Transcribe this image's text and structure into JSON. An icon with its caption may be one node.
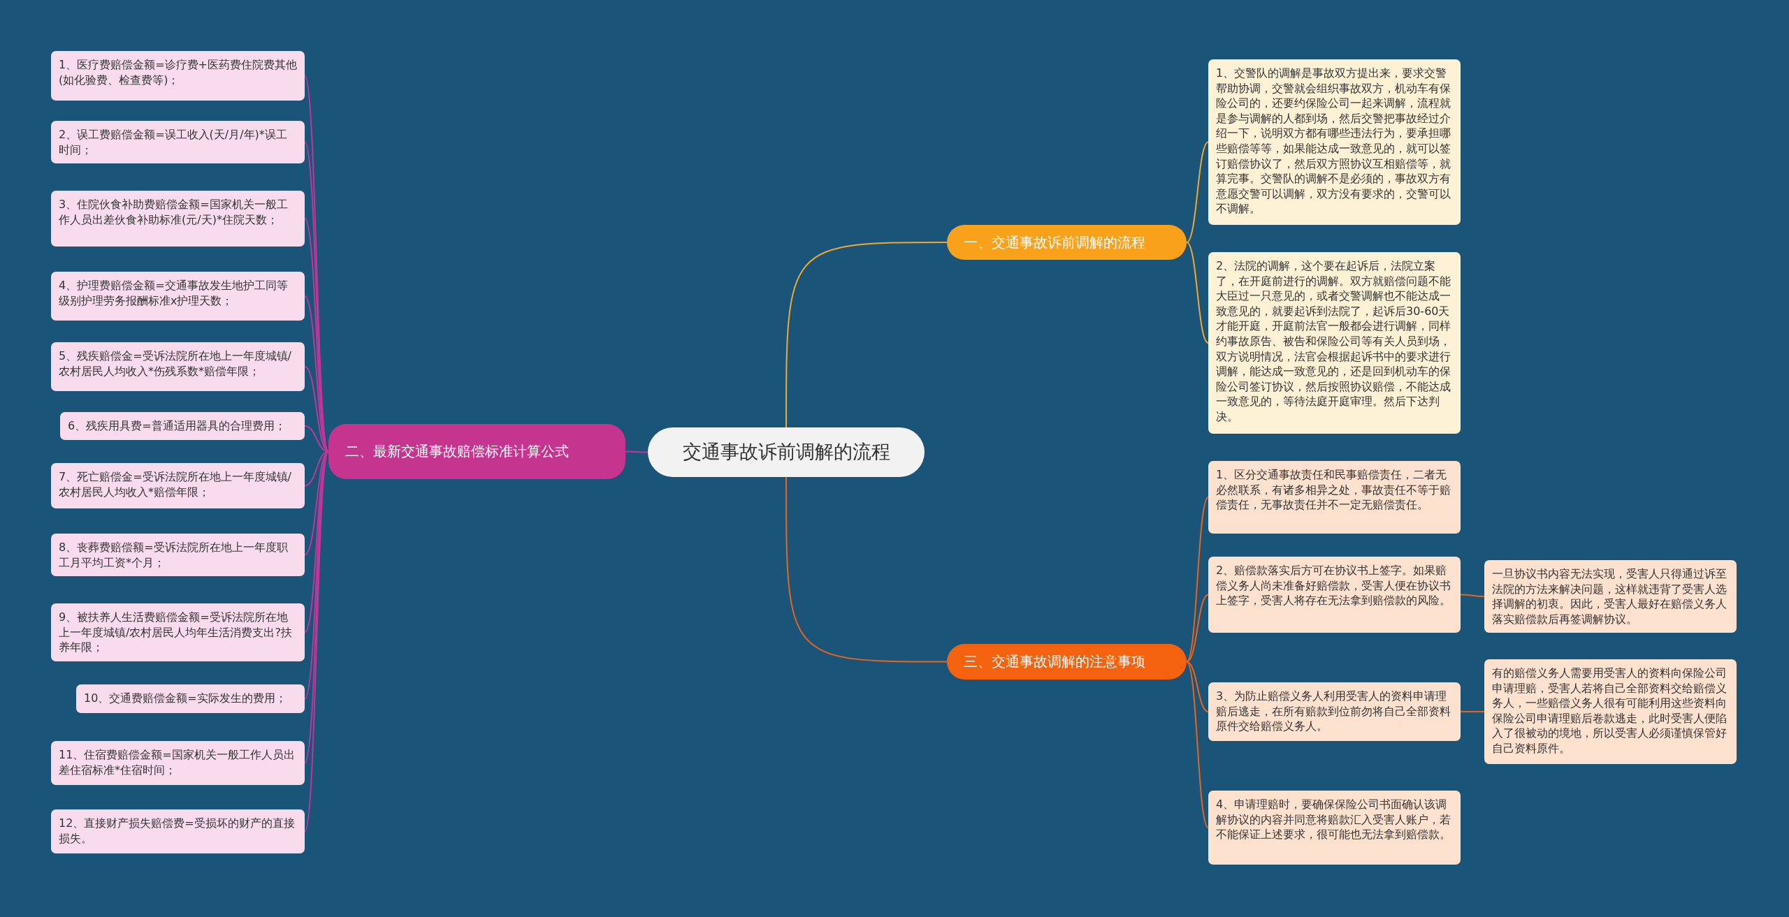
{
  "diagram": {
    "nodes": [
      {
        "text": [
          "交通事故诉前调解的流程"
        ]
      },
      {
        "text": [
          "一、交通事故诉前调解的流程"
        ]
      },
      {
        "text": [
          "1、交警队的调解是事故双方提出来，要求交警帮助协调，交警就会组织事故双方，机动车有保险公司的，还要约保险公司一起来调解，流程就是参与调解的人都到场，然后交警把事故经过介绍一下，说明双方都有哪些违法行为，要承担哪些赔偿等等，如果能达成一致意见的，就可以签订赔偿协议了，然后双方照协议互相赔偿等，就算完事。交警队的调解不是必须的，事故双方有意愿交警可以调解，双方没有要求的，交警可以不调解。"
        ]
      },
      {
        "text": [
          "2、法院的调解，这个要在起诉后，法院立案了，在开庭前进行的调解。双方就赔偿问题不能大臣过一只意见的，或者交警调解也不能达成一致意见的，就要起诉到法院了，起诉后30-60天才能开庭，开庭前法官一般都会进行调解，同样约事故原告、被告和保险公司等有关人员到场，双方说明情况，法官会根据起诉书中的要求进行调解，能达成一致意见的，还是回到机动车的保险公司签订协议，然后按照协议赔偿，不能达成一致意见的，等待法庭开庭审理。然后下达判决。"
        ]
      },
      {
        "text": [
          "二、最新交通事故赔偿标准计算公式"
        ]
      },
      {
        "text": [
          "1、医疗费赔偿金额=诊疗费+医药费住院费其他(如化验费、检查费等)；"
        ]
      },
      {
        "text": [
          "2、误工费赔偿金额=误工收入(天/月/年)*误工时间；"
        ]
      },
      {
        "text": [
          "3、住院伙食补助费赔偿金额=国家机关一般工作人员出差伙食补助标准(元/天)*住院天数；"
        ]
      },
      {
        "text": [
          "4、护理费赔偿金额=交通事故发生地护工同等级别护理劳务报酬标准x护理天数；"
        ]
      },
      {
        "text": [
          "5、残疾赔偿金=受诉法院所在地上一年度城镇/农村居民人均收入*伤残系数*赔偿年限；"
        ]
      },
      {
        "text": [
          "6、残疾用具费=普通适用器具的合理费用；"
        ]
      },
      {
        "text": [
          "7、死亡赔偿金=受诉法院所在地上一年度城镇/农村居民人均收入*赔偿年限；"
        ]
      },
      {
        "text": [
          "8、丧葬费赔偿额=受诉法院所在地上一年度职工月平均工资*个月；"
        ]
      },
      {
        "text": [
          "9、被扶养人生活费赔偿金额=受诉法院所在地上一年度城镇/农村居民人均年生活消费支出?扶养年限；"
        ]
      },
      {
        "text": [
          "10、交通费赔偿金额=实际发生的费用；"
        ]
      },
      {
        "text": [
          "11、住宿费赔偿金额=国家机关一般工作人员出差住宿标准*住宿时间；"
        ]
      },
      {
        "text": [
          "12、直接财产损失赔偿费=受损坏的财产的直接损失。"
        ]
      },
      {
        "text": [
          "三、交通事故调解的注意事项"
        ]
      },
      {
        "text": [
          "1、区分交通事故责任和民事赔偿责任，二者无必然联系，有诸多相异之处，事故责任不等于赔偿责任，无事故责任并不一定无赔偿责任。"
        ]
      },
      {
        "text": [
          "2、赔偿款落实后方可在协议书上签字。如果赔偿义务人尚未准备好赔偿款，受害人便在协议书上签字，受害人将存在无法拿到赔偿款的风险。"
        ]
      },
      {
        "text": [
          "一旦协议书内容无法实现，受害人只得通过诉至法院的方法来解决问题，这样就违背了受害人选择调解的初衷。因此，受害人最好在赔偿义务人落实赔偿款后再签调解协议。"
        ]
      },
      {
        "text": [
          "3、为防止赔偿义务人利用受害人的资料申请理赔后逃走，在所有赔款到位前勿将自己全部资料原件交给赔偿义务人。"
        ]
      },
      {
        "text": [
          "有的赔偿义务人需要用受害人的资料向保险公司申请理赔，受害人若将自己全部资料交给赔偿义务人，一些赔偿义务人很有可能利用这些资料向保险公司申请理赔后卷款逃走，此时受害人便陷入了很被动的境地，所以受害人必须谨慎保管好自己资料原件。"
        ]
      },
      {
        "text": [
          "4、申请理赔时，要确保保险公司书面确认该调解协议的内容并同意将赔款汇入受害人账户，若不能保证上述要求，很可能也无法拿到赔偿款。"
        ]
      }
    ],
    "edges": [
      {
        "from": 0,
        "to": 1,
        "arrow": "none",
        "color": "#f0a833"
      },
      {
        "from": 1,
        "to": 2,
        "arrow": "none",
        "color": "#f0a833"
      },
      {
        "from": 1,
        "to": 3,
        "arrow": "none",
        "color": "#f0a833"
      },
      {
        "from": 0,
        "to": 4,
        "arrow": "none"
      },
      {
        "from": 4,
        "to": 5,
        "arrow": "none"
      },
      {
        "from": 4,
        "to": 6,
        "arrow": "none"
      },
      {
        "from": 4,
        "to": 7,
        "arrow": "none"
      },
      {
        "from": 4,
        "to": 8,
        "arrow": "none"
      },
      {
        "from": 4,
        "to": 9,
        "arrow": "none"
      },
      {
        "from": 4,
        "to": 10,
        "arrow": "none"
      },
      {
        "from": 4,
        "to": 11,
        "arrow": "none"
      },
      {
        "from": 4,
        "to": 12,
        "arrow": "none"
      },
      {
        "from": 4,
        "to": 13,
        "arrow": "none"
      },
      {
        "from": 4,
        "to": 14,
        "arrow": "none"
      },
      {
        "from": 4,
        "to": 15,
        "arrow": "none"
      },
      {
        "from": 4,
        "to": 16,
        "arrow": "none"
      },
      {
        "from": 0,
        "to": 17,
        "arrow": "none",
        "color": "#e8641c"
      },
      {
        "from": 17,
        "to": 18,
        "arrow": "none",
        "color": "#e8641c"
      },
      {
        "from": 17,
        "to": 19,
        "arrow": "none",
        "color": "#e8641c"
      },
      {
        "from": 19,
        "to": 20,
        "arrow": "none",
        "color": "#e8641c"
      },
      {
        "from": 17,
        "to": 21,
        "arrow": "none",
        "color": "#e8641c"
      },
      {
        "from": 21,
        "to": 22,
        "arrow": "none",
        "color": "#e8641c"
      },
      {
        "from": 17,
        "to": 23,
        "arrow": "none",
        "color": "#e8641c"
      }
    ]
  }
}
